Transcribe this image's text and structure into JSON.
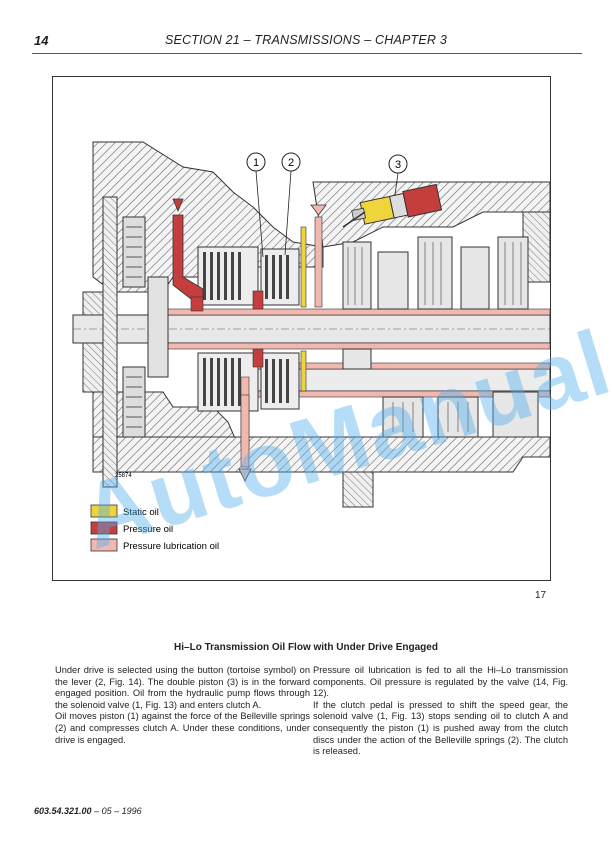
{
  "header": {
    "page_number": "14",
    "section_title": "SECTION 21 – TRANSMISSIONS – CHAPTER 3"
  },
  "figure": {
    "callouts": [
      "1",
      "2",
      "3"
    ],
    "drawing_ref": "25874",
    "legend": [
      {
        "label": "Static oil",
        "color": "#f0d43c"
      },
      {
        "label": "Pressure oil",
        "color": "#c43e3e"
      },
      {
        "label": "Pressure lubrication oil",
        "color": "#f1b8b0"
      }
    ],
    "figure_number": "17"
  },
  "caption": "Hi–Lo Transmission Oil Flow with Under Drive Engaged",
  "body": {
    "left_p1": "Under drive is selected using the button (tortoise symbol) on the lever (2, Fig. 14). The double piston (3) is in the forward engaged position. Oil from the hydraulic pump flows through the solenoid valve (1, Fig. 13) and enters clutch A.",
    "left_p2": "Oil moves piston (1) against the force of the Belleville springs (2) and compresses clutch A. Under these conditions, under drive is engaged.",
    "right_p1": "Pressure oil lubrication is fed to all the Hi–Lo transmission components. Oil pressure is regulated by the valve (14, Fig. 12).",
    "right_p2": "If the clutch pedal is pressed to shift the speed gear, the solenoid valve (1, Fig. 13) stops sending oil to clutch A and consequently the piston (1) is pushed away from the clutch discs under the action of the Belleville springs (2). The clutch is released."
  },
  "footer": {
    "code": "603.54.321.00",
    "suffix": " – 05 – 1996"
  },
  "watermark": "AutoManual"
}
